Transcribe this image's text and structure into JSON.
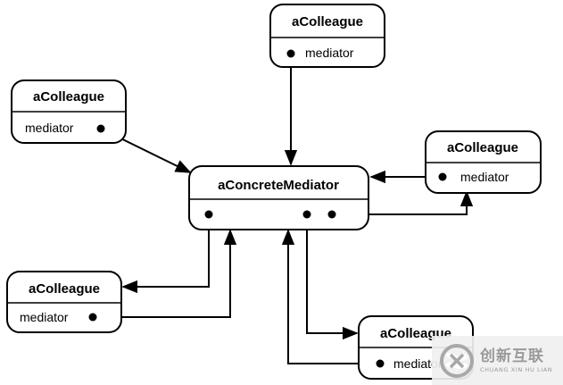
{
  "diagram": {
    "mediator": {
      "title": "aConcreteMediator"
    },
    "colleagues": [
      {
        "id": "top",
        "title": "aColleague",
        "field": "mediator"
      },
      {
        "id": "left-upper",
        "title": "aColleague",
        "field": "mediator"
      },
      {
        "id": "right",
        "title": "aColleague",
        "field": "mediator"
      },
      {
        "id": "left-lower",
        "title": "aColleague",
        "field": "mediator"
      },
      {
        "id": "bottom-right",
        "title": "aColleague",
        "field": "mediator"
      }
    ]
  },
  "watermark": {
    "chinese": "创新互联",
    "english": "CHUANG XIN HU LIAN",
    "icon": "wave-x-logo-icon",
    "color": "#9a9a9a"
  }
}
